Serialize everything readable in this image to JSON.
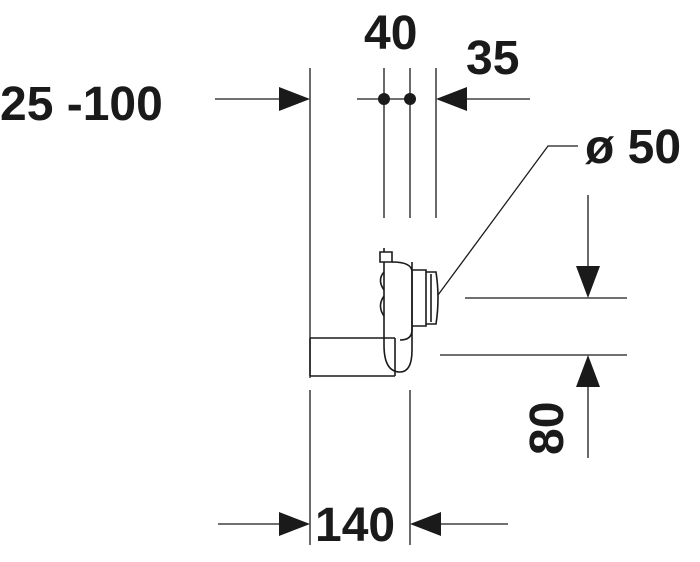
{
  "drawing": {
    "colors": {
      "ink": "#1a1a1a",
      "background": "#ffffff"
    },
    "dimensions": {
      "wall_distance": "25 -100",
      "spacing_40": "40",
      "spacing_35": "35",
      "outlet_diameter": "ø 50",
      "height_80": "80",
      "length_140": "140"
    }
  }
}
